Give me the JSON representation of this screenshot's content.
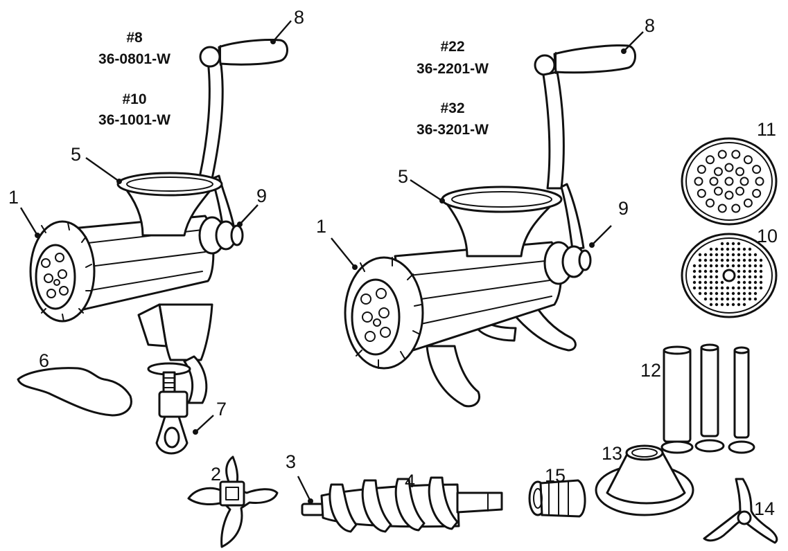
{
  "models_left": [
    {
      "number": "#8",
      "code": "36-0801-W"
    },
    {
      "number": "#10",
      "code": "36-1001-W"
    }
  ],
  "models_right": [
    {
      "number": "#22",
      "code": "36-2201-W"
    },
    {
      "number": "#32",
      "code": "36-3201-W"
    }
  ],
  "callouts": {
    "left_1": "1",
    "left_5": "5",
    "left_6": "6",
    "left_7": "7",
    "left_8": "8",
    "left_9": "9",
    "right_1": "1",
    "right_5": "5",
    "right_8": "8",
    "right_9": "9",
    "p2": "2",
    "p3": "3",
    "p4": "4",
    "p10": "10",
    "p11": "11",
    "p12": "12",
    "p13": "13",
    "p14": "14",
    "p15": "15"
  }
}
